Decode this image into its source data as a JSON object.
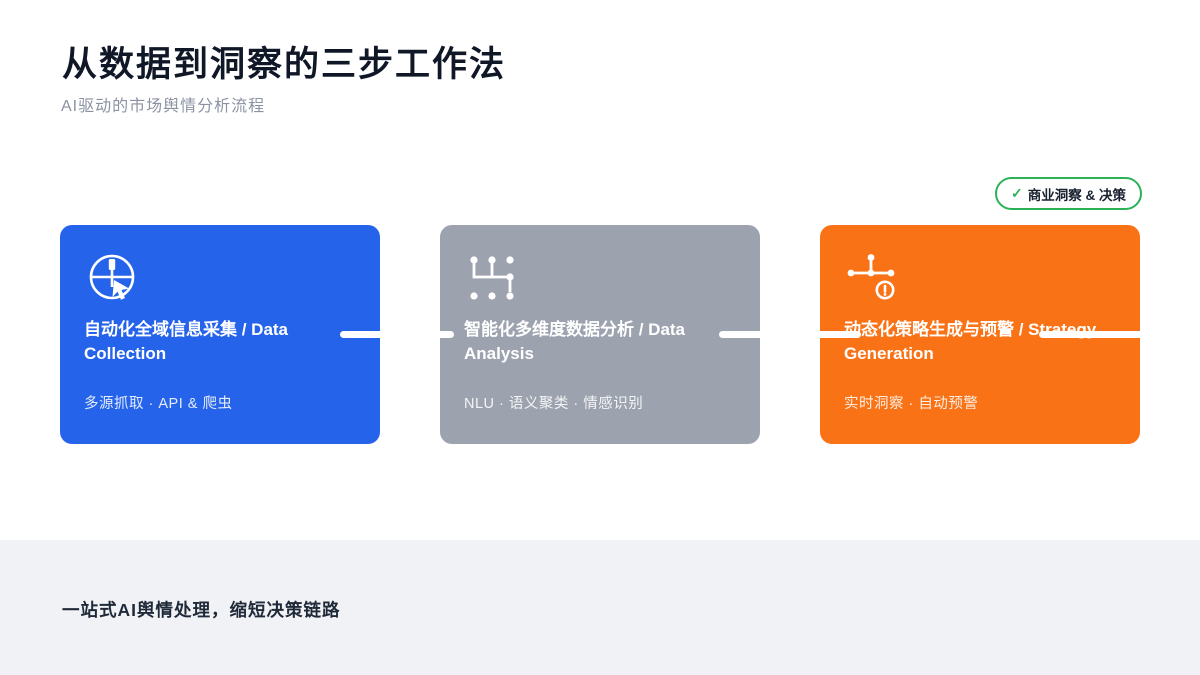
{
  "header": {
    "title": "从数据到洞察的三步工作法",
    "subtitle": "AI驱动的市场舆情分析流程"
  },
  "badge": {
    "check": "✓",
    "label": "商业洞察 & 决策",
    "green": "#2bb257"
  },
  "steps": [
    {
      "title": "自动化全域信息采集 / Data Collection",
      "subtitle": "多源抓取 · API & 爬虫",
      "bg": "#2563eb",
      "icon": "cursor-capture-icon"
    },
    {
      "title": "智能化多维度数据分析 / Data Analysis",
      "subtitle": "NLU · 语义聚类 · 情感识别",
      "bg": "#9ca3af",
      "icon": "cluster-flow-icon"
    },
    {
      "title": "动态化策略生成与预警 / Strategy Generation",
      "subtitle": "实时洞察 · 自动预警",
      "bg": "#f97316",
      "icon": "network-alert-icon"
    }
  ],
  "footer": {
    "text": "一站式AI舆情处理，缩短决策链路"
  },
  "colors": {
    "page_bg": "#ffffff",
    "footer_bg": "#f1f2f6",
    "connector": "#ffffff",
    "title_text": "#101828",
    "subtitle_text": "#8b93a3",
    "card_blue": "#2563eb",
    "card_gray": "#9ca3af",
    "card_orange": "#f97316",
    "badge_green": "#2bb257"
  }
}
